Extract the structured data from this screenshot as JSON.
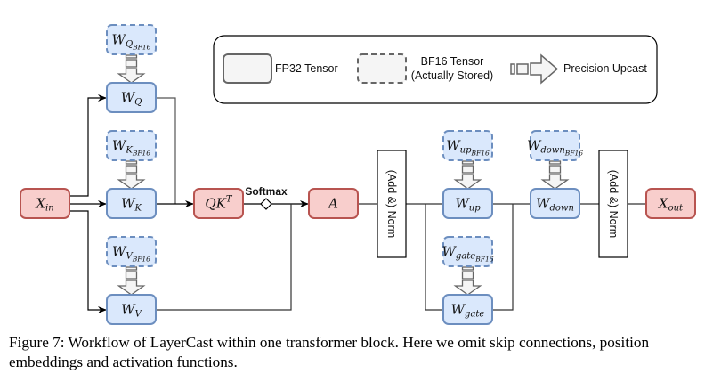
{
  "legend": {
    "fp32_label": "FP32 Tensor",
    "bf16_label_line1": "BF16 Tensor",
    "bf16_label_line2": "(Actually Stored)",
    "upcast_label": "Precision Upcast"
  },
  "nodes": {
    "x_in": {
      "base": "X",
      "sub": "in"
    },
    "w_q": {
      "base": "W",
      "sub": "Q"
    },
    "w_k": {
      "base": "W",
      "sub": "K"
    },
    "w_v": {
      "base": "W",
      "sub": "V"
    },
    "w_q_bf16": {
      "base": "W",
      "sub": "Q",
      "subsub": "BF16"
    },
    "w_k_bf16": {
      "base": "W",
      "sub": "K",
      "subsub": "BF16"
    },
    "w_v_bf16": {
      "base": "W",
      "sub": "V",
      "subsub": "BF16"
    },
    "qkt": {
      "base": "QK",
      "sup": "T"
    },
    "softmax_label": "Softmax",
    "a": {
      "base": "A"
    },
    "norm1": "(Add &) Norm",
    "w_up": {
      "base": "W",
      "sub": "up"
    },
    "w_up_bf16": {
      "base": "W",
      "sub": "up",
      "subsub": "BF16"
    },
    "w_gate": {
      "base": "W",
      "sub": "gate"
    },
    "w_gate_bf16": {
      "base": "W",
      "sub": "gate",
      "subsub": "BF16"
    },
    "w_down": {
      "base": "W",
      "sub": "down"
    },
    "w_down_bf16": {
      "base": "W",
      "sub": "down",
      "subsub": "BF16"
    },
    "norm2": "(Add &) Norm",
    "x_out": {
      "base": "X",
      "sub": "out"
    }
  },
  "colors": {
    "fp32_fill": "#dae8fc",
    "fp32_stroke": "#6c8ebf",
    "activation_fill": "#f8cecc",
    "activation_stroke": "#b85450",
    "legend_fill": "#f5f5f5",
    "legend_stroke": "#666666"
  },
  "caption": "Figure 7: Workflow of LayerCast within one transformer block. Here we omit skip connections, position embeddings and activation functions."
}
